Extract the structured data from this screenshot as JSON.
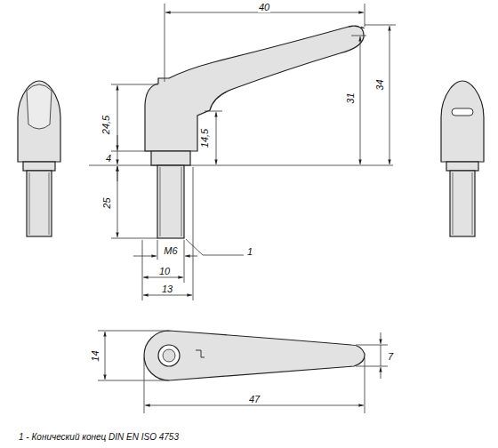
{
  "diagram": {
    "labels": [
      "40",
      "24,5",
      "4",
      "25",
      "14,5",
      "31",
      "34",
      "1",
      "M6",
      "10",
      "13",
      "14",
      "7",
      "47",
      "1 - Конический конец DIN EN ISO 4753"
    ]
  }
}
